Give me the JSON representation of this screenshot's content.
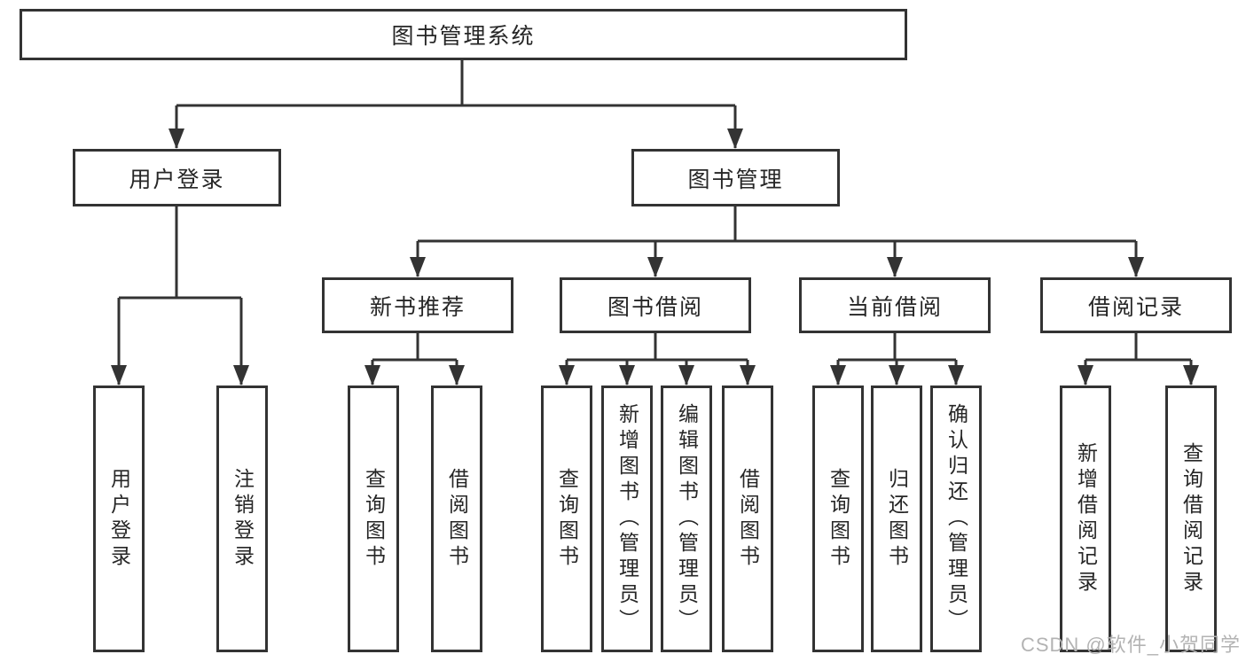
{
  "root": {
    "label": "图书管理系统"
  },
  "user_login": {
    "label": "用户登录",
    "children": [
      {
        "label": "用户登录"
      },
      {
        "label": "注销登录"
      }
    ]
  },
  "book_management": {
    "label": "图书管理",
    "groups": [
      {
        "label": "新书推荐",
        "children": [
          {
            "label": "查询图书"
          },
          {
            "label": "借阅图书"
          }
        ]
      },
      {
        "label": "图书借阅",
        "children": [
          {
            "label": "查询图书"
          },
          {
            "label": "新增图书（管理员）"
          },
          {
            "label": "编辑图书（管理员）"
          },
          {
            "label": "借阅图书"
          }
        ]
      },
      {
        "label": "当前借阅",
        "children": [
          {
            "label": "查询图书"
          },
          {
            "label": "归还图书"
          },
          {
            "label": "确认归还（管理员）"
          }
        ]
      },
      {
        "label": "借阅记录",
        "children": [
          {
            "label": "新增借阅记录"
          },
          {
            "label": "查询借阅记录"
          }
        ]
      }
    ]
  },
  "watermark": {
    "text": "CSDN @软件_小贺同学"
  },
  "colors": {
    "line": "#333333",
    "text": "#262626",
    "watermark": "#b3b3b3",
    "background": "#ffffff"
  }
}
